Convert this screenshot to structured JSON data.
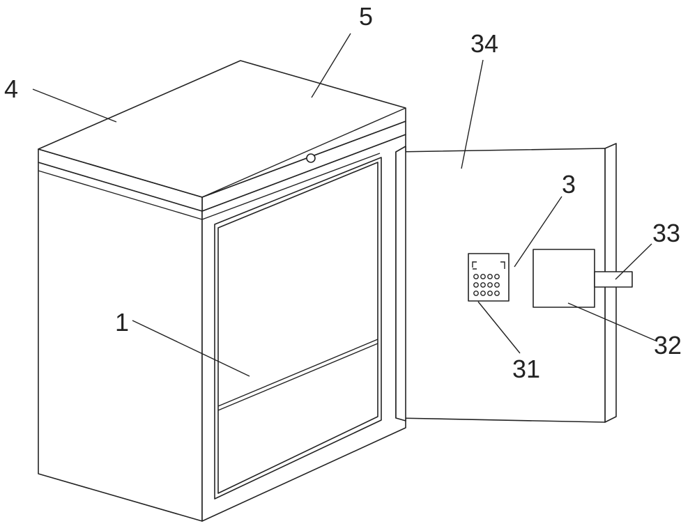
{
  "labels": {
    "l1": "1",
    "l3": "3",
    "l4": "4",
    "l5": "5",
    "l31": "31",
    "l32": "32",
    "l33": "33",
    "l34": "34"
  },
  "colors": {
    "stroke": "#222222",
    "background": "#ffffff"
  }
}
